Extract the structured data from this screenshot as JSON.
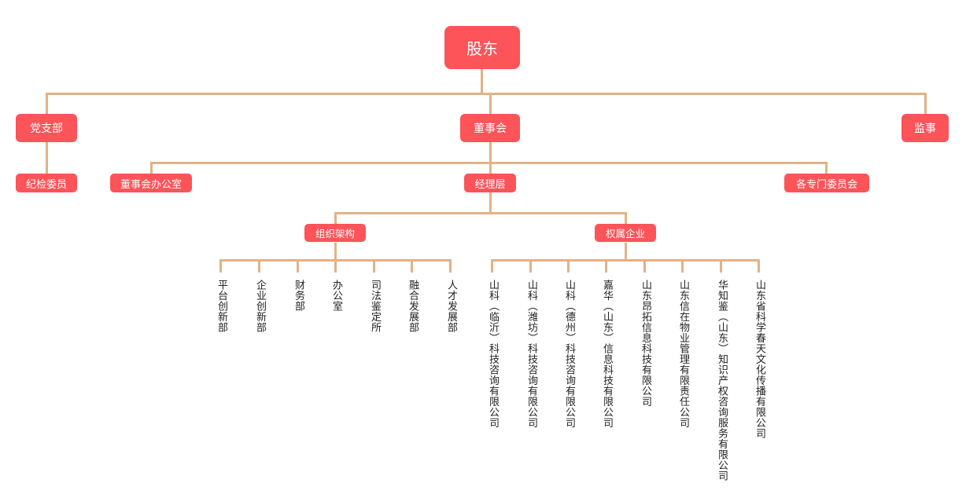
{
  "org": {
    "root": "股东",
    "level2": [
      "党支部",
      "董事会",
      "监事"
    ],
    "level3": [
      "纪检委员",
      "董事会办公室",
      "经理层",
      "各专门委员会"
    ],
    "level4": [
      "组织架构",
      "权属企业"
    ],
    "departments": [
      "平台创新部",
      "企业创新部",
      "财务部",
      "办公室",
      "司法鉴定所",
      "融合发展部",
      "人才发展部"
    ],
    "subsidiaries": [
      "山科（临沂）科技咨询有限公司",
      "山科（潍坊）科技咨询有限公司",
      "山科（德州）科技咨询有限公司",
      "嘉华（山东）信息科技有限公司",
      "山东昂拓信息科技有限公司",
      "山东信在物业管理有限责任公司",
      "华知鉴（山东）知识产权咨询服务有限公司",
      "山东省科学春天文化传播有限公司"
    ],
    "colors": {
      "node_fill": "#fc5459",
      "node_text": "#ffffff",
      "connector": "#e2b286",
      "leaf_text": "#222222",
      "background": "#ffffff"
    }
  }
}
